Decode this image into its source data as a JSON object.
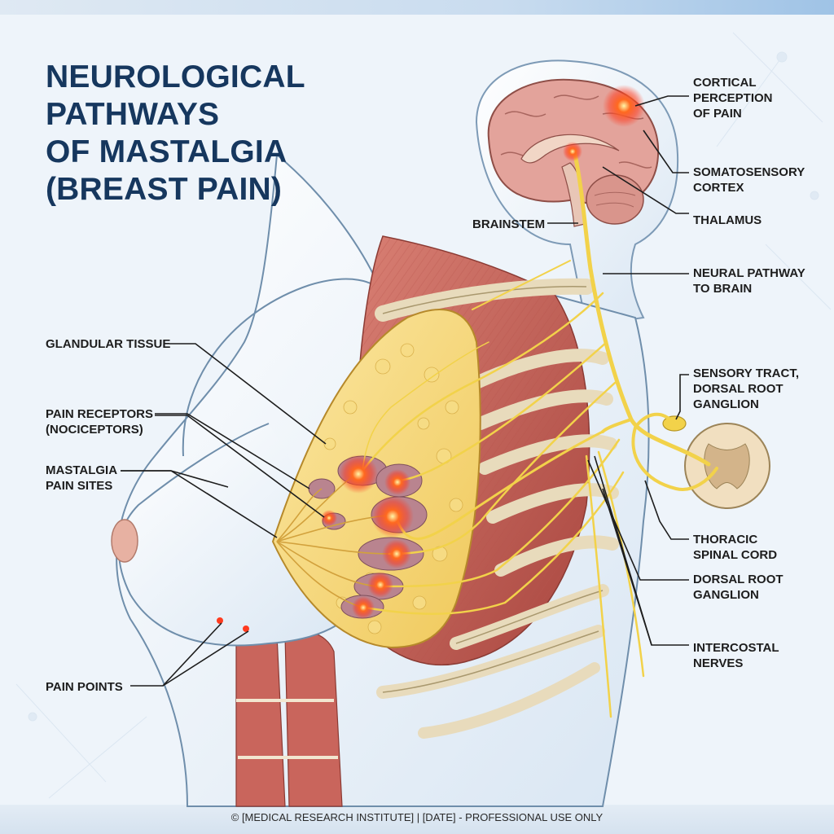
{
  "title_lines": [
    "NEUROLOGICAL PATHWAYS",
    "OF MASTALGIA",
    "(BREAST PAIN)"
  ],
  "labels": {
    "cortical": [
      "CORTICAL",
      "PERCEPTION",
      "OF PAIN"
    ],
    "somatosensory": [
      "SOMATOSENSORY",
      "CORTEX"
    ],
    "thalamus": [
      "THALAMUS"
    ],
    "brainstem": [
      "BRAINSTEM"
    ],
    "neural_pathway": [
      "NEURAL PATHWAY",
      "TO BRAIN"
    ],
    "sensory_tract": [
      "SENSORY TRACT,",
      "DORSAL ROOT",
      "GANGLION"
    ],
    "glandular": [
      "GLANDULAR TISSUE"
    ],
    "receptors": [
      "PAIN RECEPTORS",
      "(NOCICEPTORS)"
    ],
    "pain_sites": [
      "MASTALGIA",
      "PAIN SITES"
    ],
    "thoracic": [
      "THORACIC",
      "SPINAL CORD"
    ],
    "drg": [
      "DORSAL ROOT",
      "GANGLION"
    ],
    "intercostal": [
      "INTERCOSTAL",
      "NERVES"
    ],
    "pain_points": [
      "PAIN POINTS"
    ]
  },
  "footer": "© [MEDICAL RESEARCH INSTITUTE] | [DATE] - PROFESSIONAL USE ONLY",
  "colors": {
    "title": "#16375e",
    "nerve": "#f2d24a",
    "pain": "#ff3b1f",
    "muscle": "#c9655c",
    "bone": "#f1e6cc",
    "skin": "#eef4fb"
  }
}
